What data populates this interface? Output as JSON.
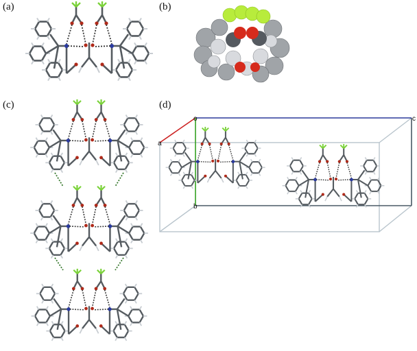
{
  "panels": {
    "a": {
      "label": "(a)"
    },
    "b": {
      "label": "(b)"
    },
    "c": {
      "label": "(c)"
    },
    "d": {
      "label": "(d)",
      "axes": {
        "origin": "o",
        "a": "a",
        "b": "b",
        "c": "c"
      }
    }
  },
  "colors": {
    "carbon": "#555b60",
    "hydrogen": "#c8cdd2",
    "nitrogen": "#2a3aa0",
    "oxygen": "#b02a1a",
    "fluorine": "#7bd23a",
    "axis_a": "#cc2222",
    "axis_b": "#33a020",
    "axis_c": "#2a3a9a",
    "cell": "#b8c4cc"
  }
}
